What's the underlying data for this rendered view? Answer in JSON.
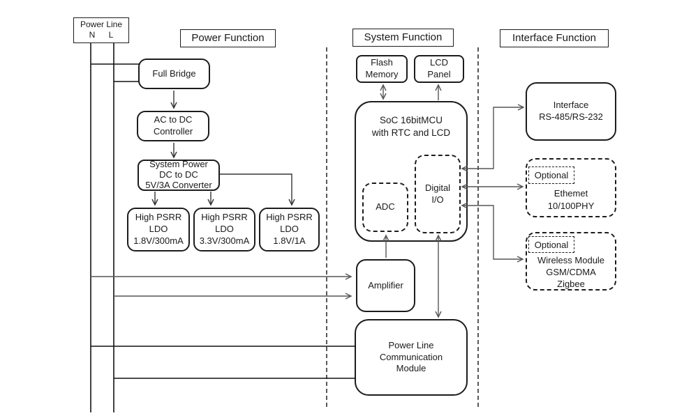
{
  "sections": {
    "power": "Power Function",
    "system": "System Function",
    "interface": "Interface Function"
  },
  "power_line": {
    "title": "Power Line",
    "neutral": "N",
    "live": "L"
  },
  "blocks": {
    "full_bridge": "Full Bridge",
    "ac_dc_controller": "AC to DC\nController",
    "dc_dc_converter": "System Power\nDC to DC\n5V/3A Converter",
    "ldo1": "High PSRR\nLDO\n1.8V/300mA",
    "ldo2": "High PSRR\nLDO\n3.3V/300mA",
    "ldo3": "High PSRR\nLDO\n1.8V/1A",
    "flash_memory": "Flash\nMemory",
    "lcd_panel": "LCD\nPanel",
    "soc": "SoC 16bitMCU\nwith RTC and LCD",
    "adc": "ADC",
    "digital_io": "Digital\nI/O",
    "amplifier": "Amplifier",
    "plc_module": "Power Line\nCommunication\nModule",
    "interface_rs": "Interface\nRS-485/RS-232",
    "ethernet_optional": "Optional",
    "ethernet": "Ethemet\n10/100PHY",
    "wireless_optional": "Optional",
    "wireless": "Wireless Module\nGSM/CDMA\nZigbee"
  },
  "colors": {
    "box_border": "#1c1c1c",
    "text": "#1a1a1a",
    "power_line": "#111111",
    "power_arrow": "#333333",
    "signal_arrow": "#555555",
    "background": "#ffffff"
  }
}
